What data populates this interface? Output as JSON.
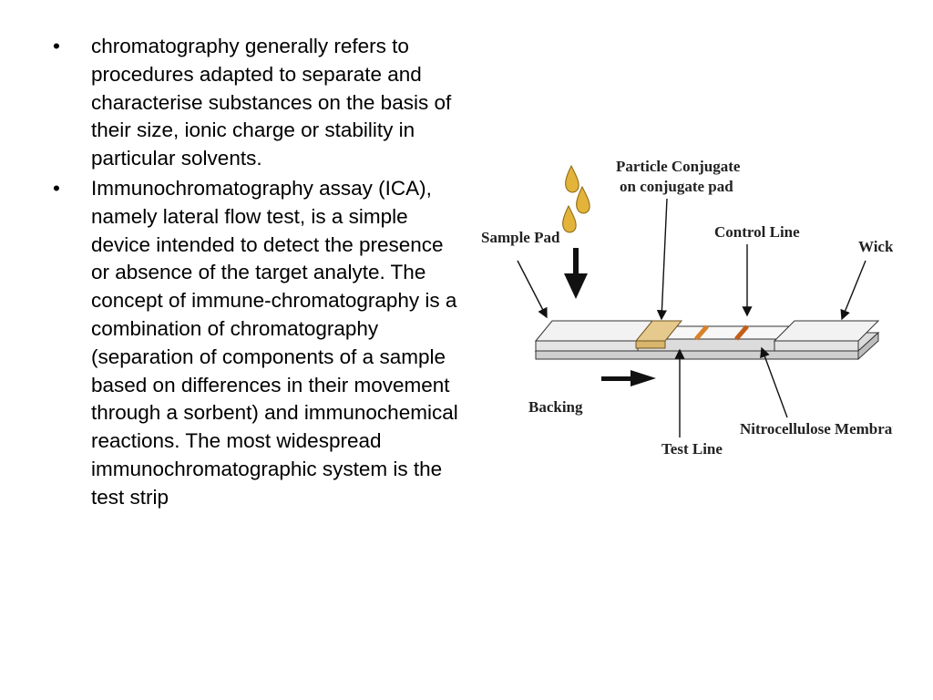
{
  "bullets": [
    "chromatography generally refers to procedures adapted to separate and characterise substances on the basis of their size, ionic charge or stability in particular solvents.",
    "Immunochromatography assay (ICA), namely lateral flow test, is a simple device intended to detect the presence or absence of the target analyte. The concept of immune-chromatography is a combination of chromatography (separation of components of a sample based on differences in their movement through a sorbent) and immunochemical reactions. The most widespread immunochromatographic system is the test strip"
  ],
  "bullet_symbol": "•",
  "diagram": {
    "labels": {
      "particle_conjugate_line1": "Particle Conjugate",
      "particle_conjugate_line2": "on conjugate pad",
      "sample_pad": "Sample Pad",
      "control_line": "Control Line",
      "wick": "Wick",
      "backing": "Backing",
      "nitrocellulose_membrane": "Nitrocellulose Membrane",
      "test_line": "Test Line"
    },
    "colors": {
      "drop": "#e3b33a",
      "conjugate_pad": "#e6c98c",
      "test_line": "#d9822b",
      "control_line": "#c45e1a",
      "strip": "#f2f2f2",
      "outline": "#333333"
    }
  }
}
